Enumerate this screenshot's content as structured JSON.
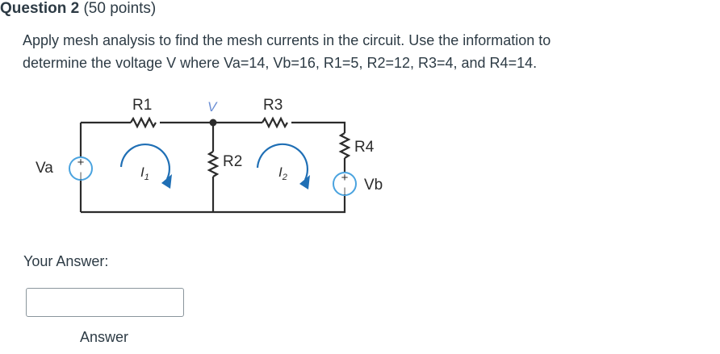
{
  "question": {
    "title": "Question 2",
    "points": "(50 points)",
    "text_line1": "Apply mesh analysis to find the mesh currents in the circuit. Use the information to",
    "text_line2": "determine the voltage V where Va=14, Vb=16, R1=5, R2=12, R3=4, and R4=14."
  },
  "circuit": {
    "r1_label": "R1",
    "r2_label": "R2",
    "r3_label": "R3",
    "r4_label": "R4",
    "v_label": "V",
    "va_label": "Va",
    "vb_label": "Vb",
    "i1_label": "I",
    "i1_sub": "1",
    "i2_label": "I",
    "i2_sub": "2",
    "plus_sign": "+",
    "minus_sign": "|",
    "v_color": "#6c8fd4",
    "source_color": "#4aa3df",
    "arrow_color": "#1f6fb5"
  },
  "answer": {
    "label": "Your Answer:",
    "value": "",
    "placeholder": "",
    "caption": "Answer"
  }
}
